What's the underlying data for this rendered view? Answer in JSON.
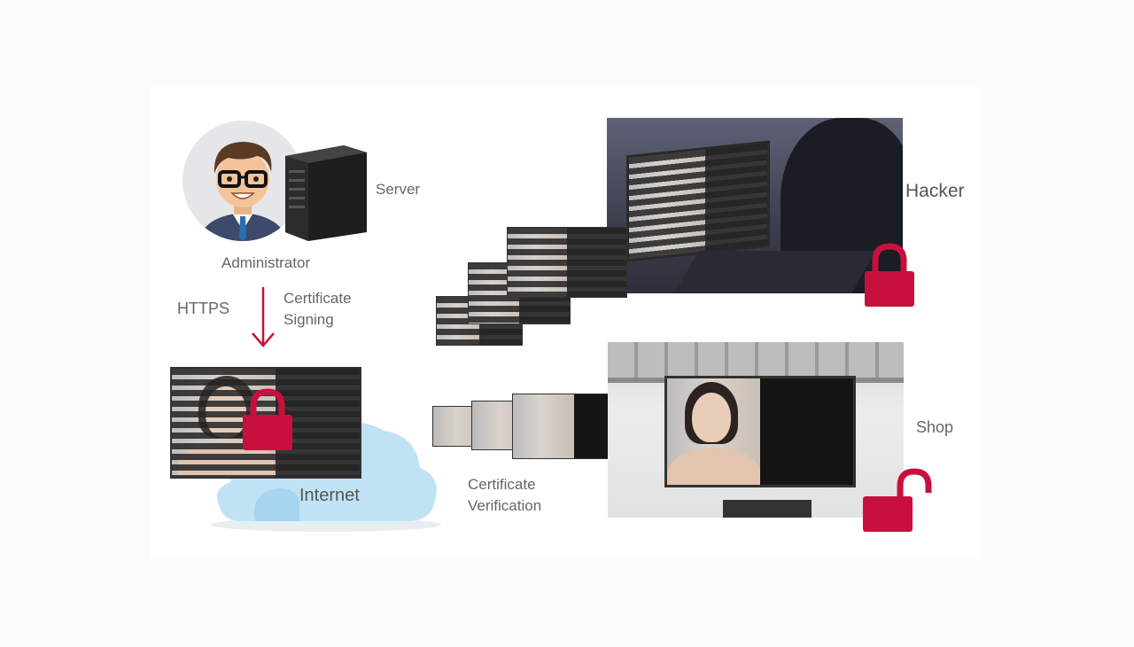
{
  "labels": {
    "server": "Server",
    "administrator": "Administrator",
    "https": "HTTPS",
    "certificate_signing_1": "Certificate",
    "certificate_signing_2": "Signing",
    "internet": "Internet",
    "hacker": "Hacker",
    "shop": "Shop",
    "certificate_verification_1": "Certificate",
    "certificate_verification_2": "Verification"
  },
  "colors": {
    "lock": "#c8103e",
    "arrow": "#c8103e",
    "cloud": "#bfe3f5",
    "cloud_shadow": "#8fc5e3"
  },
  "icons": [
    "administrator-icon",
    "server-icon",
    "arrow-down-icon",
    "cloud-icon",
    "locked-padlock-icon",
    "unlocked-padlock-icon"
  ]
}
